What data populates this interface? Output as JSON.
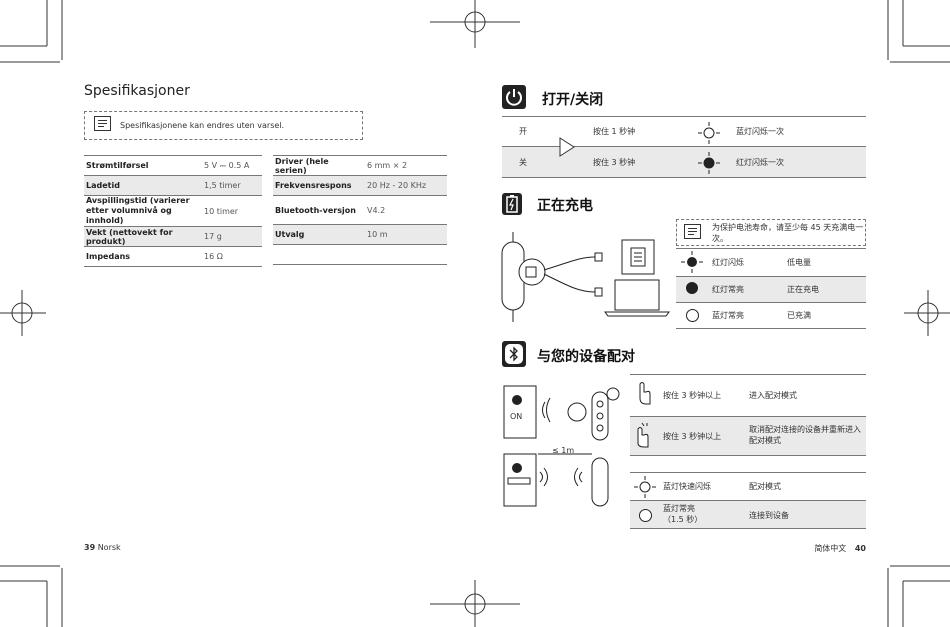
{
  "left_page": {
    "title": "Spesifikasjoner",
    "note": "Spesifikasjonene kan endres uten varsel.",
    "specs_left": [
      {
        "key": "Strømtilførsel",
        "value": "5 V ⎓ 0.5 A"
      },
      {
        "key": "Ladetid",
        "value": "1,5 timer"
      },
      {
        "key": "Avspillingstid (varierer etter volumnivå og innhold)",
        "value": "10 timer"
      },
      {
        "key": "Vekt (nettovekt for produkt)",
        "value": "17 g"
      },
      {
        "key": "Impedans",
        "value": "16 Ω"
      }
    ],
    "specs_right": [
      {
        "key": "Driver (hele serien)",
        "value": "6 mm × 2"
      },
      {
        "key": "Frekvensrespons",
        "value": "20 Hz - 20 KHz"
      },
      {
        "key": "Bluetooth-versjon",
        "value": "V4.2"
      },
      {
        "key": "Utvalg",
        "value": "10 m"
      }
    ],
    "page_number": "39",
    "page_lang": "Norsk"
  },
  "right_page": {
    "power": {
      "title": "打开/关闭",
      "rows": [
        {
          "state": "开",
          "action": "按住 1 秒钟",
          "light": "蓝灯闪烁一次"
        },
        {
          "state": "关",
          "action": "按住 3 秒钟",
          "light": "红灯闪烁一次"
        }
      ]
    },
    "charging": {
      "title": "正在充电",
      "note": "为保护电池寿命，请至少每 45 天充满电一次。",
      "rows": [
        {
          "light": "红灯闪烁",
          "status": "低电量"
        },
        {
          "light": "红灯常亮",
          "status": "正在充电"
        },
        {
          "light": "蓝灯常亮",
          "status": "已充满"
        }
      ]
    },
    "pairing": {
      "title": "与您的设备配对",
      "device_on_label": "ON",
      "distance_label": "≤ 1m",
      "rows": [
        {
          "action": "按住 3 秒钟以上",
          "result": "进入配对模式"
        },
        {
          "action": "按住 3 秒钟以上",
          "result": "取消配对连接的设备并重新进入配对模式"
        },
        {
          "action": "蓝灯快速闪烁",
          "result": "配对模式"
        },
        {
          "action": "蓝灯常亮\n（1.5 秒）",
          "result": "连接到设备"
        }
      ]
    },
    "page_lang": "简体中文",
    "page_number": "40"
  },
  "colors": {
    "shade": "#eaeaea",
    "rule": "#777777",
    "ink": "#222222"
  }
}
